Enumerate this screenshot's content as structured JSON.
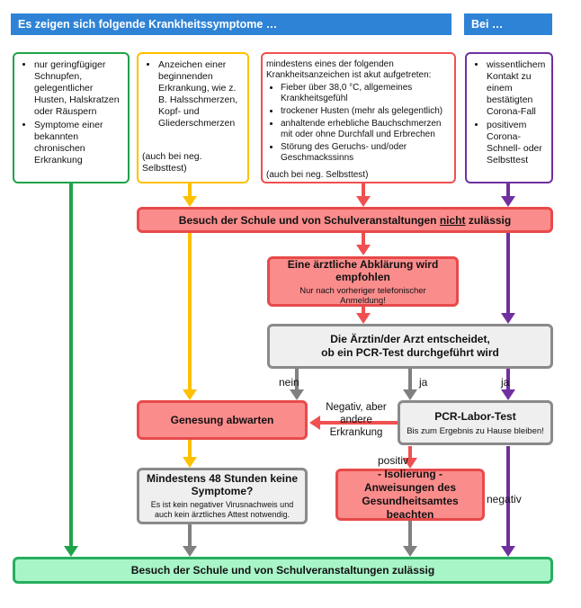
{
  "header": {
    "symptoms_title": "Es zeigen sich folgende Krankheitssymptome …",
    "bei_title": "Bei …"
  },
  "symptoms": {
    "mild": [
      "nur geringfügiger Schnupfen, gelegentlicher Husten, Halskratzen oder Räuspern",
      "Symptome einer bekannten chronischen Erkrankung"
    ],
    "beginning": [
      "Anzeichen einer beginnenden Erkrankung, wie z. B. Halsschmerzen, Kopf- und Gliederschmerzen"
    ],
    "beginning_note": "(auch bei neg. Selbsttest)",
    "acute_intro": "mindestens eines der folgenden Krankheitsanzeichen ist akut aufgetreten:",
    "acute": [
      "Fieber über 38,0 °C, allgemeines Krankheitsgefühl",
      "trockener Husten (mehr als gelegentlich)",
      "anhaltende erhebliche Bauchschmerzen mit oder ohne Durchfall und Erbrechen",
      "Störung des Geruchs- und/oder Geschmackssinns"
    ],
    "acute_note": "(auch bei neg. Selbsttest)",
    "contact": [
      "wissentlichem Kontakt zu einem bestätigten Corona-Fall",
      "positivem Corona-Schnell- oder Selbsttest"
    ]
  },
  "boxes": {
    "not_allowed_prefix": "Besuch der Schule und von Schulveranstaltungen ",
    "not_allowed_underline": "nicht",
    "not_allowed_suffix": " zulässig",
    "doctor_rec_title": "Eine ärztliche Abklärung wird empfohlen",
    "doctor_rec_note": "Nur nach vorheriger telefonischer Anmeldung!",
    "doctor_decides_line1": "Die Ärztin/der Arzt entscheidet,",
    "doctor_decides_line2": "ob ein PCR-Test durchgeführt wird",
    "recovery": "Genesung abwarten",
    "pcr_title": "PCR-Labor-Test",
    "pcr_note": "Bis zum Ergebnis zu Hause bleiben!",
    "wait_title": "Mindestens 48 Stunden keine Symptome?",
    "wait_note": "Es ist kein negativer Virusnachweis und auch kein ärztliches Attest notwendig.",
    "isolation": "- Isolierung - Anweisungen des Gesundheitsamtes beachten",
    "allowed": "Besuch der Schule und von Schulveranstaltungen zulässig"
  },
  "labels": {
    "nein": "nein",
    "ja1": "ja",
    "ja2": "ja",
    "negative_other": "Negativ, aber andere Erkrankung",
    "positiv": "positiv",
    "negativ": "negativ"
  },
  "colors": {
    "green": "#1fa34a",
    "yellow": "#ffc000",
    "red": "#f05050",
    "purple": "#7030a0",
    "gray": "#808080",
    "blue": "#2f83d6"
  }
}
